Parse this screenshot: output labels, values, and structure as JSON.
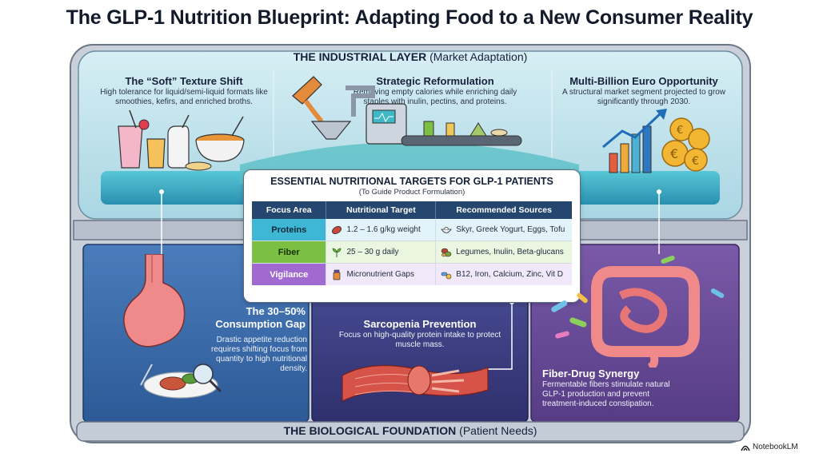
{
  "title": "The GLP-1 Nutrition Blueprint: Adapting Food to a New Consumer Reality",
  "industrial": {
    "label_bold": "THE INDUSTRIAL LAYER",
    "label_rest": " (Market Adaptation)",
    "panels": [
      {
        "title": "The “Soft” Texture Shift",
        "body": "High tolerance for liquid/semi-liquid formats like smoothies, kefirs, and enriched broths."
      },
      {
        "title": "Strategic Reformulation",
        "body": "Removing empty calories while enriching daily staples with inulin, pectins, and proteins."
      },
      {
        "title": "Multi-Billion Euro Opportunity",
        "body": "A structural market segment projected to grow significantly through 2030."
      }
    ]
  },
  "targets": {
    "title": "ESSENTIAL NUTRITIONAL TARGETS FOR GLP-1 PATIENTS",
    "subtitle": "(To Guide Product Formulation)",
    "headers": [
      "Focus Area",
      "Nutritional Target",
      "Recommended Sources"
    ],
    "rows": [
      {
        "focus": "Proteins",
        "target": "1.2 – 1.6 g/kg weight",
        "sources": "Skyr, Greek Yogurt, Eggs, Tofu",
        "color": "#3eb7d4",
        "tint": "#e2f4f9",
        "target_icon": "meat-icon",
        "source_icon": "yogurt-bowl-icon"
      },
      {
        "focus": "Fiber",
        "target": "25 – 30 g daily",
        "sources": "Legumes, Inulin, Beta-glucans",
        "color": "#7bc043",
        "tint": "#eaf6df",
        "target_icon": "leaf-icon",
        "source_icon": "legumes-icon"
      },
      {
        "focus": "Vigilance",
        "target": "Micronutrient Gaps",
        "sources": "B12, Iron, Calcium, Zinc, Vit D",
        "color": "#a06ad0",
        "tint": "#f1e8f9",
        "target_icon": "supplement-bottle-icon",
        "source_icon": "pills-icon"
      }
    ]
  },
  "biological": {
    "label_bold": "THE BIOLOGICAL FOUNDATION",
    "label_rest": " (Patient Needs)",
    "panels": [
      {
        "title": "The 30–50% Consumption Gap",
        "body": "Drastic appetite reduction requires shifting focus from quantity to high nutritional density."
      },
      {
        "title": "Sarcopenia Prevention",
        "body": "Focus on high-quality protein intake to protect muscle mass."
      },
      {
        "title": "Fiber-Drug Synergy",
        "body": "Fermentable fibers stimulate natural GLP-1 production and prevent treatment-induced constipation."
      }
    ]
  },
  "watermark": "NotebookLM",
  "colors": {
    "industrial_glass": "#bfe3ec",
    "bio_left": "#3d6fb0",
    "bio_mid": "#3d3f86",
    "bio_right": "#6a4f9a",
    "header_row": "#25466e"
  }
}
